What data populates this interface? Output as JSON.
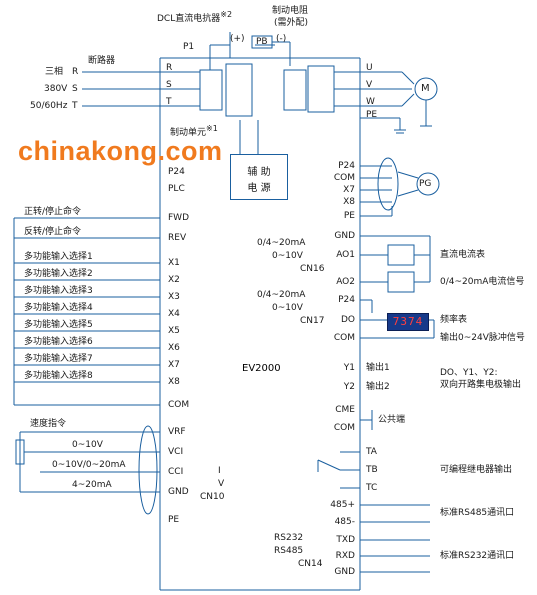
{
  "colors": {
    "line": "#1a5f9f",
    "text": "#1a1a1a",
    "watermark": "#f07a1e",
    "display_bg": "#173a8a",
    "display_digits": "#ff4040"
  },
  "watermark": "chinakong.com",
  "top": {
    "dcl_reactor": "DCL直流电抗器",
    "dcl_note": "※2",
    "brake_resistor": "制动电阻",
    "brake_resistor_note": "(需外配)",
    "brake_unit": "制动单元",
    "brake_unit_note": "※1",
    "p1": "P1",
    "plus": "(+)",
    "pb": "PB",
    "minus": "(-)"
  },
  "power": {
    "breaker": "断路器",
    "phase": "三相",
    "voltage": "380V",
    "freq": "50/60Hz",
    "r": "R",
    "s": "S",
    "t": "T"
  },
  "inputs_left": {
    "r": "R",
    "s": "S",
    "t": "T"
  },
  "outputs_right": {
    "u": "U",
    "v": "V",
    "w": "W",
    "pe": "PE",
    "motor": "M"
  },
  "aux_power": {
    "line1": "辅 助",
    "line2": "电 源"
  },
  "model": "EV2000",
  "left_terminals": [
    "P24",
    "PLC",
    "FWD",
    "REV",
    "X1",
    "X2",
    "X3",
    "X4",
    "X5",
    "X6",
    "X7",
    "X8",
    "COM",
    "VRF",
    "VCI",
    "CCI",
    "GND",
    "PE"
  ],
  "left_commands": [
    "正转/停止命令",
    "反转/停止命令",
    "多功能输入选择1",
    "多功能输入选择2",
    "多功能输入选择3",
    "多功能输入选择4",
    "多功能输入选择5",
    "多功能输入选择6",
    "多功能输入选择7",
    "多功能输入选择8"
  ],
  "analog": {
    "speed_cmd": "速度指令",
    "vci": "0~10V",
    "cci": "0~10V/0~20mA",
    "ma": "4~20mA"
  },
  "jumpers": {
    "cn16": {
      "a": "0/4~20mA",
      "b": "0~10V",
      "name": "CN16"
    },
    "cn17": {
      "a": "0/4~20mA",
      "b": "0~10V",
      "name": "CN17"
    },
    "cn10": {
      "a": "I",
      "b": "V",
      "name": "CN10"
    },
    "cn14": {
      "a": "RS232",
      "b": "RS485",
      "name": "CN14"
    }
  },
  "right_terminals": [
    "P24",
    "COM",
    "X7",
    "X8",
    "PE",
    "GND",
    "AO1",
    "AO2",
    "P24",
    "DO",
    "COM",
    "Y1",
    "Y2",
    "CME",
    "COM",
    "TA",
    "TB",
    "TC",
    "485+",
    "485-",
    "TXD",
    "RXD",
    "GND"
  ],
  "right_labels": {
    "pg": "PG",
    "ao1": "直流电流表",
    "ao2": "0/4~20mA电流信号",
    "freq_meter": "频率表",
    "pulse": "输出0~24V脉冲信号",
    "display": "7374",
    "y1": "输出1",
    "y2": "输出2",
    "do_note": "DO、Y1、Y2:",
    "do_note2": "双向开路集电极输出",
    "common": "公共端",
    "relay": "可编程继电器输出",
    "rs485": "标准RS485通讯口",
    "rs232": "标准RS232通讯口"
  }
}
